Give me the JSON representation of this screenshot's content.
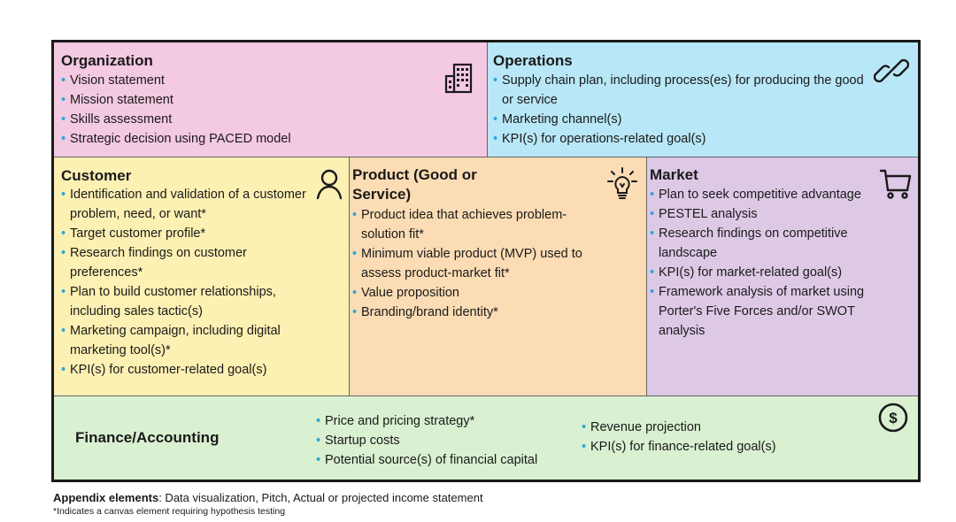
{
  "organization": {
    "title": "Organization",
    "items": [
      "Vision statement",
      "Mission statement",
      "Skills assessment",
      "Strategic decision using PACED model"
    ],
    "icon": "building-icon"
  },
  "operations": {
    "title": "Operations",
    "items": [
      "Supply chain plan, including process(es) for producing the good or service",
      "Marketing channel(s)",
      "KPI(s) for operations-related goal(s)"
    ],
    "icon": "link-icon"
  },
  "customer": {
    "title": "Customer",
    "items": [
      "Identification and validation of a customer problem, need, or want*",
      "Target customer profile*",
      "Research findings on customer preferences*",
      "Plan to build customer relationships, including sales tactic(s)",
      "Marketing campaign, including digital marketing tool(s)*",
      "KPI(s) for customer-related goal(s)"
    ],
    "icon": "person-icon"
  },
  "product": {
    "title": "Product (Good or Service)",
    "items": [
      "Product idea that achieves problem-solution fit*",
      "Minimum viable product (MVP) used to assess product-market fit*",
      "Value proposition",
      "Branding/brand identity*"
    ],
    "icon": "lightbulb-icon"
  },
  "market": {
    "title": "Market",
    "items": [
      "Plan to seek competitive advantage",
      "PESTEL analysis",
      "Research findings on competitive landscape",
      "KPI(s) for market-related goal(s)",
      "Framework analysis of market using Porter's Five Forces and/or SWOT analysis"
    ],
    "icon": "cart-icon"
  },
  "finance": {
    "title": "Finance/Accounting",
    "items_left": [
      "Price and pricing strategy*",
      "Startup costs",
      "Potential source(s) of financial capital"
    ],
    "items_right": [
      "Revenue projection",
      "KPI(s) for finance-related goal(s)"
    ],
    "icon": "dollar-icon"
  },
  "footer": {
    "appendix_label": "Appendix elements",
    "appendix_text": ": Data visualization, Pitch, Actual or projected income statement",
    "note": "*Indicates a canvas element requiring hypothesis testing"
  },
  "colors": {
    "bullet": "#2aa7d6",
    "organization": "#f4c9e2",
    "operations": "#b8e7f7",
    "customer": "#fdf0b3",
    "product": "#fbdcb4",
    "market": "#ddc9e6",
    "finance": "#d9f0d1"
  }
}
